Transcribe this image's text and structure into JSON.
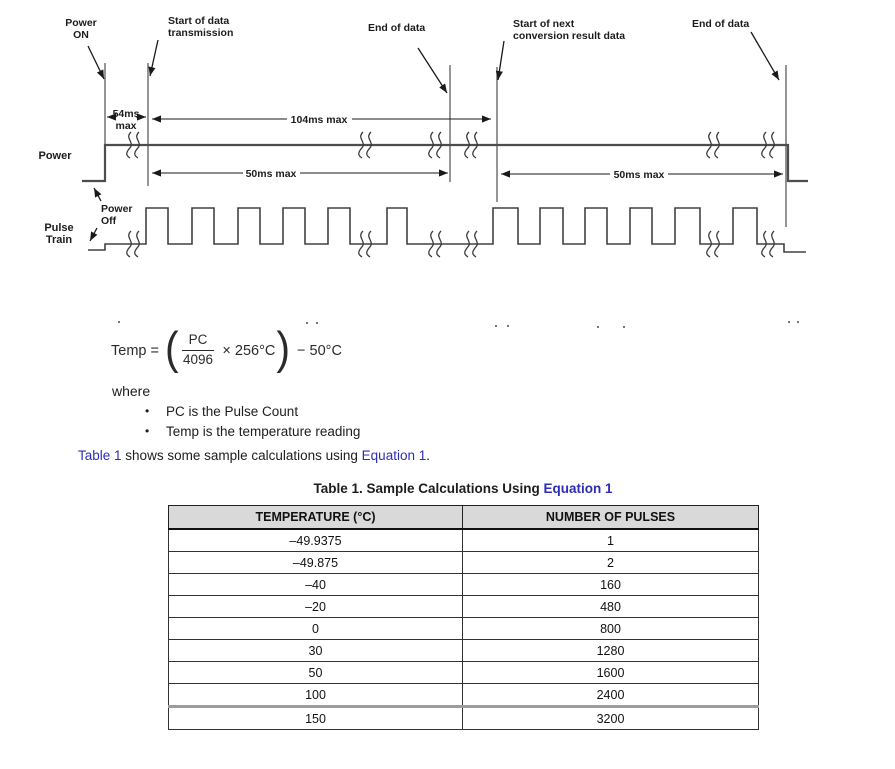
{
  "colors": {
    "link": "#2d2db8",
    "header_bg": "#d9d9d9"
  },
  "diagram": {
    "labels": {
      "power_on": [
        "Power",
        "ON"
      ],
      "start_of_data": [
        "Start of data",
        "transmission"
      ],
      "end_of_data_1": "End of data",
      "start_of_next": [
        "Start of next",
        "conversion result data"
      ],
      "end_of_data_2": "End of data",
      "power_off": [
        "Power",
        "Off"
      ]
    },
    "signals": {
      "power": "Power",
      "pulse": [
        "Pulse",
        "Train"
      ]
    },
    "dims": {
      "t54_1": "54ms",
      "t54_2": "max",
      "t104": "104ms max",
      "t50a": "50ms max",
      "t50b": "50ms max"
    }
  },
  "equation": {
    "lhs": "Temp =",
    "open": "(",
    "num": "PC",
    "den": "4096",
    "times": "× 256°C",
    "close": ")",
    "tail": "− 50°C"
  },
  "where": {
    "label": "where",
    "bullet": "•",
    "items": [
      "PC is the Pulse Count",
      "Temp is the temperature reading"
    ]
  },
  "paragraph": {
    "link1": "Table 1",
    "text": " shows some sample calculations using ",
    "link2": "Equation 1",
    "end": "."
  },
  "table": {
    "caption": {
      "prefix": "Table 1. Sample Calculations Using ",
      "link": "Equation 1"
    },
    "headers": [
      "TEMPERATURE (°C)",
      "NUMBER OF PULSES"
    ],
    "rows": [
      [
        "–49.9375",
        "1"
      ],
      [
        "–49.875",
        "2"
      ],
      [
        "–40",
        "160"
      ],
      [
        "–20",
        "480"
      ],
      [
        "0",
        "800"
      ],
      [
        "30",
        "1280"
      ],
      [
        "50",
        "1600"
      ],
      [
        "100",
        "2400"
      ],
      [
        "150",
        "3200"
      ]
    ]
  }
}
